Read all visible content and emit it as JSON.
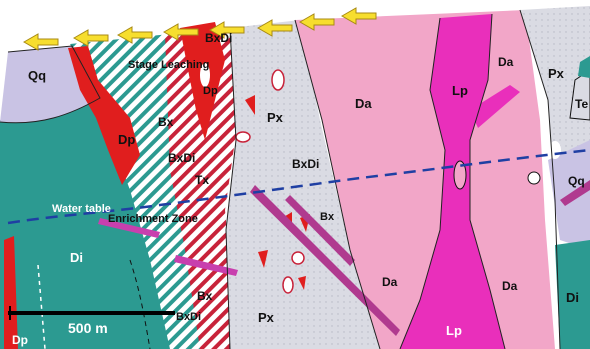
{
  "section": {
    "labels": {
      "qq_left": "Qq",
      "dp_upper": "Dp",
      "dp_small": "Dp",
      "dp_lower": "Dp",
      "di_left": "Di",
      "di_right": "Di",
      "bx_upper": "Bx",
      "bx_lower": "Bx",
      "bx_mid": "Bx",
      "bxdi_top": "BxDi",
      "bxdi_mid": "BxDi",
      "bxdi_right": "BxDi",
      "bxdi_bottom": "BxDi",
      "tx": "Tx",
      "px_left": "Px",
      "px_bottom": "Px",
      "px_right": "Px",
      "da_center": "Da",
      "da_top": "Da",
      "da_lower_left": "Da",
      "da_lower_right": "Da",
      "lp_top": "Lp",
      "lp_bottom": "Lp",
      "te": "Te",
      "qq_right": "Qq",
      "stage_leaching": "Stage Leaching",
      "water_table": "Water table",
      "enrichment_zone": "Enrichment Zone"
    },
    "scale_bar": {
      "label": "500 m"
    },
    "colors": {
      "qq": "#c9c3e4",
      "di": "#2c9a91",
      "dp": "#e01e1e",
      "px": "#dadbe3",
      "da": "#f2a6c8",
      "lp": "#e92fbb",
      "water_table": "#1f3fa3",
      "arrow": "#f7de2e"
    },
    "icons": [
      "leftward-arrow-icon"
    ]
  }
}
